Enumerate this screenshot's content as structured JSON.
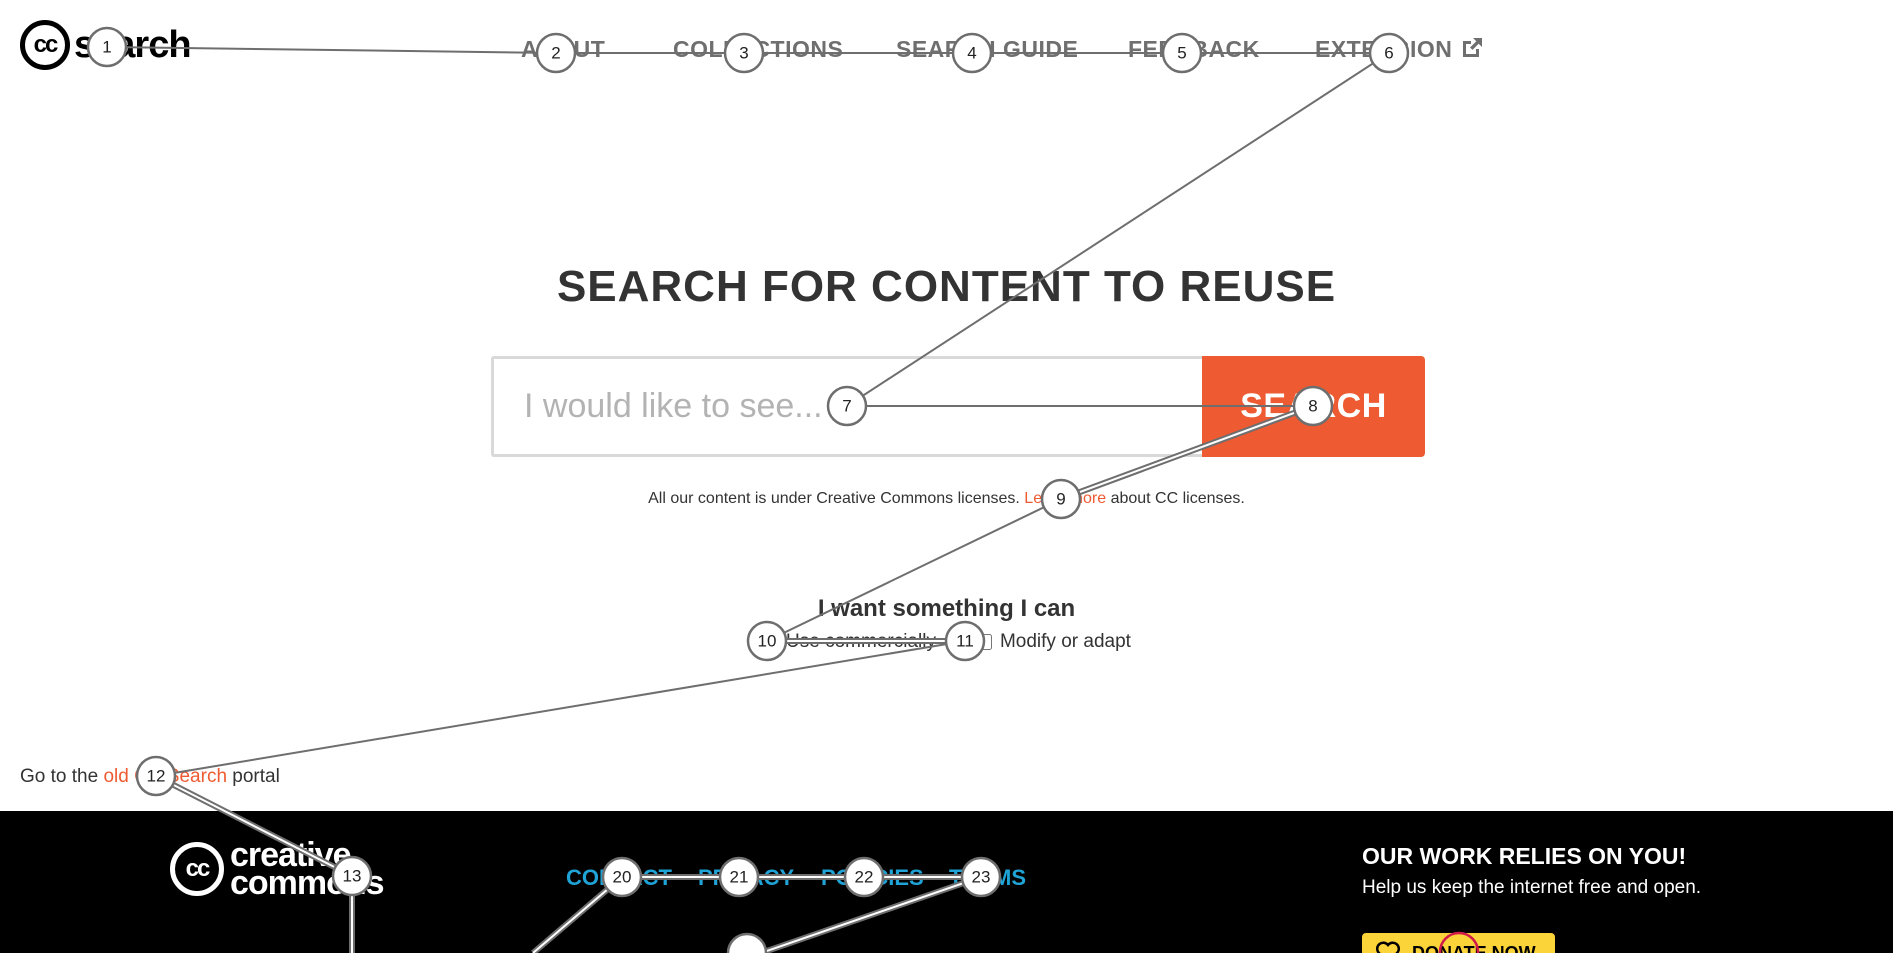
{
  "header": {
    "logo_badge": "cc",
    "logo_word": "search",
    "nav": [
      {
        "label": "ABOUT"
      },
      {
        "label": "COLLECTIONS"
      },
      {
        "label": "SEARCH GUIDE"
      },
      {
        "label": "FEEDBACK"
      },
      {
        "label": "EXTENSION"
      }
    ],
    "ext_icon": "external-link-icon"
  },
  "hero": {
    "title": "SEARCH FOR CONTENT TO REUSE",
    "search_placeholder": "I would like to see...",
    "search_button": "SEARCH",
    "accent_color": "#ee5b32"
  },
  "license_note": {
    "prefix": "All our content is under Creative Commons licenses. ",
    "link": "Learn more",
    "suffix": " about CC licenses."
  },
  "want": {
    "title": "I want something I can",
    "options": [
      {
        "label": "Use commercially"
      },
      {
        "label": "Modify or adapt"
      }
    ]
  },
  "old_portal": {
    "prefix": "Go to the ",
    "link": "old CC Search",
    "suffix": " portal"
  },
  "footer": {
    "logo_badge": "cc",
    "logo_line1": "creative",
    "logo_line2": "commons",
    "nav": [
      {
        "label": "CONTACT"
      },
      {
        "label": "PRIVACY"
      },
      {
        "label": "POLICIES"
      },
      {
        "label": "TERMS"
      }
    ],
    "relies_title": "OUR WORK RELIES ON YOU!",
    "relies_sub": "Help us keep the internet free and open.",
    "donate_label": "DONATE NOW",
    "link_color": "#1fa3d6",
    "donate_color": "#fbd43a"
  },
  "annotations": {
    "markers": [
      "1",
      "2",
      "3",
      "4",
      "5",
      "6",
      "7",
      "8",
      "9",
      "10",
      "11",
      "12",
      "13",
      "20",
      "21",
      "22",
      "23"
    ]
  }
}
